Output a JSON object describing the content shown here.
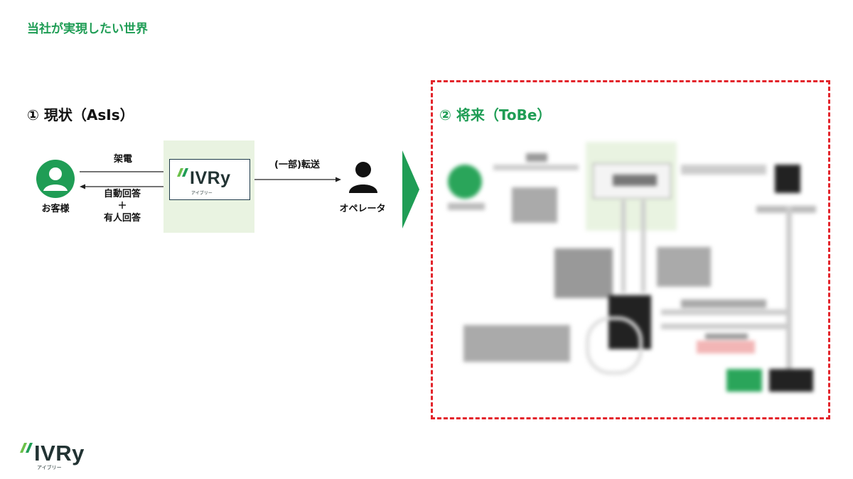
{
  "slide": {
    "title": "当社が実現したい世界"
  },
  "asis": {
    "title": "① 現状（AsIs）",
    "customer_label": "お客様",
    "call_label": "架電",
    "reply_label_line1": "自動回答",
    "reply_label_line2": "＋",
    "reply_label_line3": "有人回答",
    "transfer_label": "(一部)転送",
    "operator_label": "オペレータ",
    "ivry_logo": "IVRy",
    "ivry_logo_kana": "アイブリー"
  },
  "tobe": {
    "title": "② 将来（ToBe）"
  },
  "footer": {
    "logo": "IVRy",
    "logo_kana": "アイブリー"
  },
  "colors": {
    "brand_green": "#1f9d55",
    "panel_green": "#e9f3e1",
    "dashed_red": "#e3242b"
  },
  "icons": [
    "person-circle-icon",
    "operator-person-icon",
    "green-arrow-icon",
    "ivry-logo"
  ]
}
